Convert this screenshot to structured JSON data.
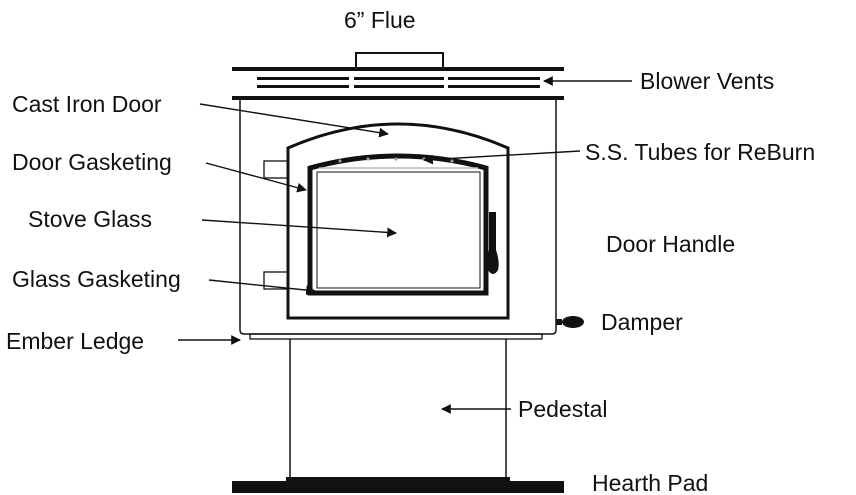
{
  "labels": {
    "flue": "6” Flue",
    "blower_vents": "Blower Vents",
    "cast_iron_door": "Cast Iron Door",
    "ss_tubes": "S.S. Tubes for ReBurn",
    "door_gasketing": "Door Gasketing",
    "stove_glass": "Stove Glass",
    "door_handle": "Door Handle",
    "glass_gasketing": "Glass Gasketing",
    "damper": "Damper",
    "ember_ledge": "Ember Ledge",
    "pedestal": "Pedestal",
    "hearth_pad": "Hearth Pad"
  },
  "colors": {
    "line": "#111111",
    "background": "#ffffff",
    "tube_dots": "#9a9a9a"
  }
}
